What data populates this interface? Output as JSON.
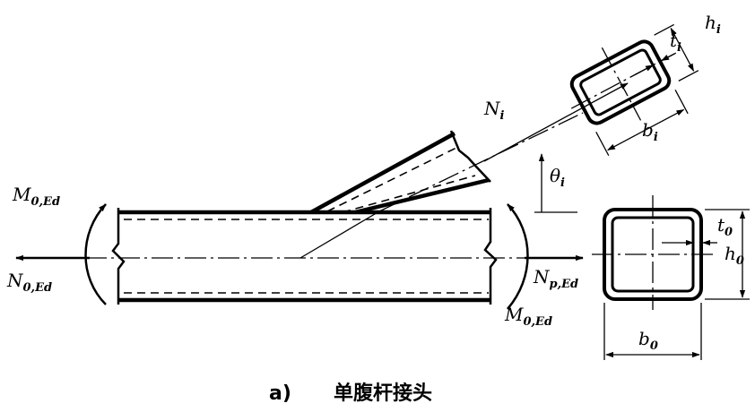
{
  "labels": {
    "m0_left": {
      "main": "M",
      "sub": "0,Ed"
    },
    "n0_left": {
      "main": "N",
      "sub": "0,Ed"
    },
    "np": {
      "main": "N",
      "sub": "p,Ed"
    },
    "m0_right": {
      "main": "M",
      "sub": "0,Ed"
    },
    "ni": {
      "main": "N",
      "sub": "i"
    },
    "theta": {
      "main": "θ",
      "sub": "i"
    },
    "ti": {
      "main": "t",
      "sub": "i"
    },
    "hi": {
      "main": "h",
      "sub": "i"
    },
    "bi": {
      "main": "b",
      "sub": "i"
    },
    "t0": {
      "main": "t",
      "sub": "0"
    },
    "h0": {
      "main": "h",
      "sub": "0"
    },
    "b0": {
      "main": "b",
      "sub": "0"
    }
  },
  "caption": {
    "prefix": "a)",
    "title": "单腹杆接头"
  }
}
